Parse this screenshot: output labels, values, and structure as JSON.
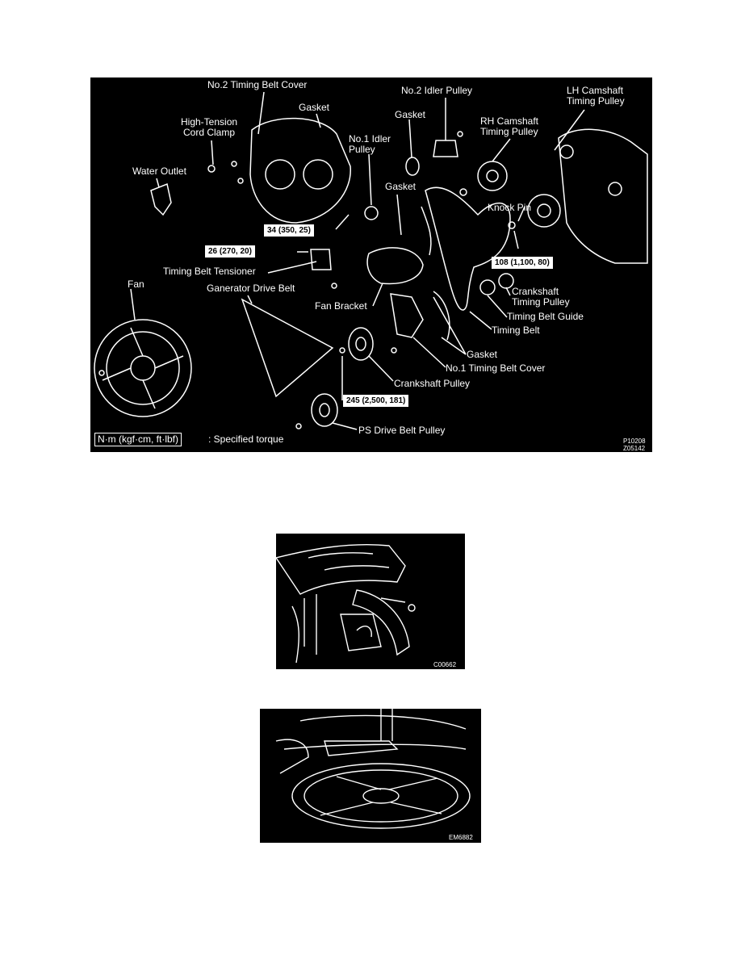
{
  "main_diagram": {
    "labels": {
      "no2_timing_belt_cover": "No.2 Timing Belt Cover",
      "no2_idler_pulley": "No.2 Idler Pulley",
      "lh_camshaft_pulley": "LH Camshaft\nTiming Pulley",
      "gasket_top": "Gasket",
      "gasket_mid": "Gasket",
      "gasket_right": "Gasket",
      "gasket_bottom": "Gasket",
      "rh_camshaft_pulley": "RH  Camshaft\nTiming Pulley",
      "high_tension_clamp": "High-Tension\nCord Clamp",
      "no1_idler_pulley": "No.1 Idler\nPulley",
      "water_outlet": "Water Outlet",
      "knock_pin": "Knock Pin",
      "timing_belt_tensioner": "Timing Belt Tensioner",
      "fan": "Fan",
      "generator_drive_belt": "Ganerator Drive Belt",
      "fan_bracket": "Fan Bracket",
      "crankshaft_timing_pulley": "Crankshaft\nTiming Pulley",
      "timing_belt_guide": "Timing Belt Guide",
      "timing_belt": "Timing Belt",
      "no1_timing_belt_cover": "No.1 Timing Belt Cover",
      "crankshaft_pulley": "Crankshaft Pulley",
      "ps_drive_belt_pulley": "PS Drive Belt Pulley"
    },
    "torques": {
      "t34": "34 (350, 25)",
      "t26": "26 (270, 20)",
      "t108": "108 (1,100, 80)",
      "t245": "245 (2,500, 181)"
    },
    "legend_units": "N·m (kgf·cm, ft·lbf)",
    "legend_text": ":  Specified torque",
    "figure_code": "P10208\nZ05142"
  },
  "figure2": {
    "code": "C00662"
  },
  "figure3": {
    "code": "EM6882"
  }
}
